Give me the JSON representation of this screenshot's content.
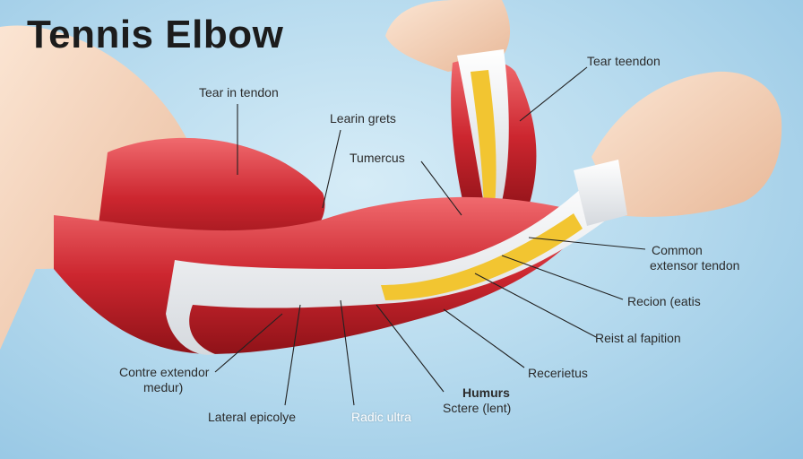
{
  "title": "Tennis Elbow",
  "labels": {
    "tear_tendon_top": "Tear teendon",
    "tear_in_tendon": "Tear in tendon",
    "learin_grets": "Learin grets",
    "tumercus": "Tumercus",
    "common_extensor": {
      "line1": "Common",
      "line2": "extensor tendon"
    },
    "recion_eatis": "Recion (eatis",
    "rest_al_fapition": "Reist al fapition",
    "recerietus": "Recerietus",
    "humurs": "Humurs",
    "sctere_lent": "Sctere (lent)",
    "contre_extendor": {
      "line1": "Contre extendor",
      "line2": "medur)"
    },
    "lateral_epicolye": "Lateral epicolye",
    "radic_ultra": "Radic ultra"
  },
  "colors": {
    "muscle": "#c8232c",
    "muscle_light": "#e8545a",
    "tendon": "#f4f4f4",
    "tendon_yellow": "#f2c531",
    "skin": "#f4d3b8",
    "leader": "#222222"
  }
}
